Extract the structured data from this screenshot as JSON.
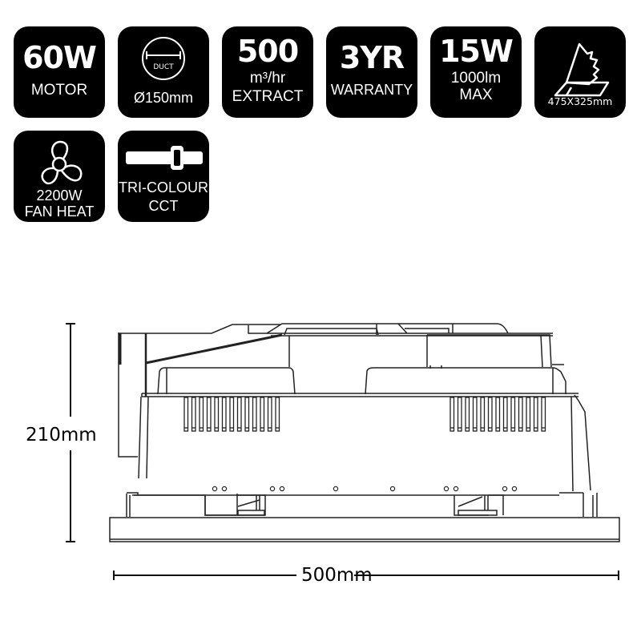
{
  "feature_tiles": [
    {
      "id": "motor",
      "value": "60W",
      "label": "MOTOR",
      "icon": "none"
    },
    {
      "id": "duct",
      "icon": "duct-diameter-icon",
      "icon_text": "DUCT",
      "label": "Ø150mm"
    },
    {
      "id": "extract",
      "value": "500",
      "unit": "m³/hr",
      "label": "EXTRACT"
    },
    {
      "id": "warranty",
      "value": "3YR",
      "label": "WARRANTY"
    },
    {
      "id": "light",
      "value": "15W",
      "line1": "1000lm",
      "line2": "MAX"
    },
    {
      "id": "cutout",
      "icon": "ceiling-cutout-icon",
      "label": "475X325mm"
    },
    {
      "id": "fan-heat",
      "icon": "fan-icon",
      "line1": "2200W",
      "line2": "FAN HEAT"
    },
    {
      "id": "cct",
      "icon": "slider-switch-icon",
      "line1": "TRI-COLOUR",
      "line2": "CCT"
    }
  ],
  "drawing": {
    "height_label": "210mm",
    "width_label": "500mm"
  },
  "colors": {
    "tile_bg": "#000000",
    "tile_fg": "#ffffff",
    "line": "#222222",
    "page_bg": "#ffffff"
  }
}
